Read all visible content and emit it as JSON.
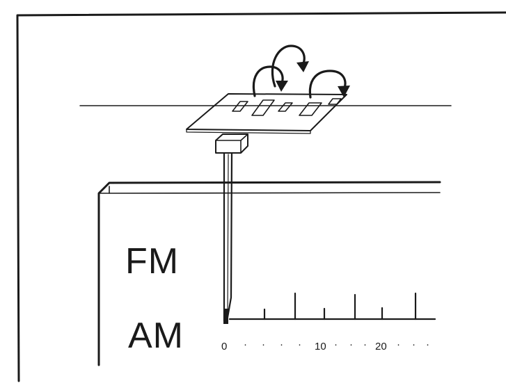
{
  "diagram": {
    "band_labels": [
      "FM",
      "AM"
    ],
    "scale": {
      "tick_labels": [
        "0",
        "10",
        "20"
      ],
      "separator": "·"
    },
    "colors": {
      "ink": "#1a1a1a",
      "paper": "#ffffff"
    }
  }
}
